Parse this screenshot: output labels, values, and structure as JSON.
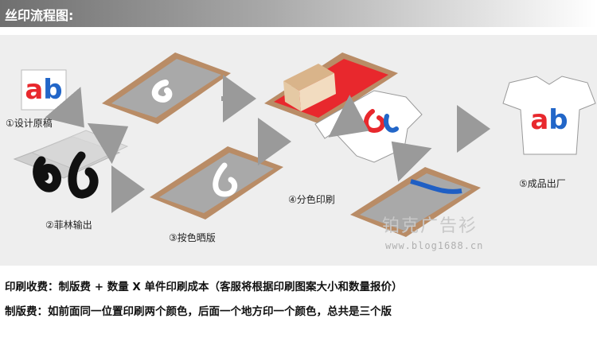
{
  "header": {
    "title": "丝印流程图:"
  },
  "steps": {
    "step1": "①设计原稿",
    "step2": "②菲林输出",
    "step3": "③按色晒版",
    "step4": "④分色印刷",
    "step5": "⑤成品出厂"
  },
  "logo": {
    "text": "ab",
    "color_a": "#e8282d",
    "color_b": "#2266c8"
  },
  "watermark": {
    "cn": "铂克广告衫",
    "url": "www.blog1688.cn"
  },
  "notes": {
    "line1": "印刷收费：制版费 + 数量 X 单件印刷成本（客服将根据印刷图案大小和数量报价）",
    "line2": "制版费：如前面同一位置印刷两个颜色，后面一个地方印一个颜色，总共是三个版"
  },
  "colors": {
    "frame": "#b98c66",
    "mesh": "#a6a6a6",
    "red_ink": "#e8282d",
    "blue_ink": "#1f5fc4",
    "arrow": "#9a9a9a"
  }
}
